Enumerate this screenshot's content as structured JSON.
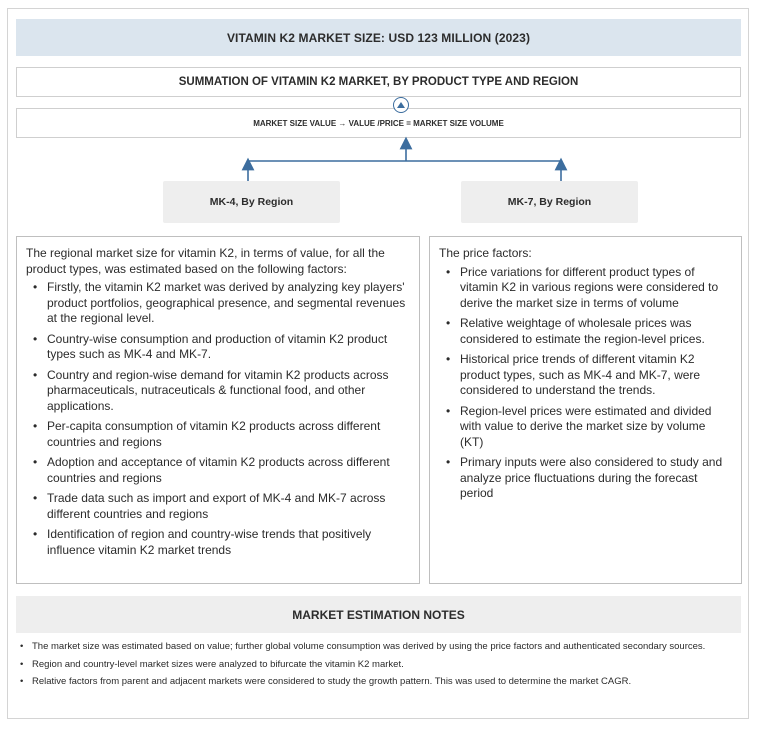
{
  "header": {
    "title": "VITAMIN K2 MARKET SIZE: USD 123 MILLION (2023)"
  },
  "summation": {
    "title": "SUMMATION OF VITAMIN K2 MARKET, BY PRODUCT TYPE AND REGION"
  },
  "formula": {
    "text": "MARKET SIZE VALUE → VALUE /PRICE  =  MARKET SIZE VOLUME"
  },
  "icons": {
    "up": "up-arrow-circle-icon",
    "accent_color": "#3c6d9e"
  },
  "regions": {
    "mk4": "MK-4, By Region",
    "mk7": "MK-7, By Region"
  },
  "left_panel": {
    "intro": "The regional market size for vitamin K2, in terms of value, for all the product types, was estimated based on the following factors:",
    "items": [
      "Firstly, the vitamin K2 market was derived by analyzing key players' product portfolios, geographical presence, and segmental revenues at the regional level.",
      "Country-wise consumption and production of vitamin K2 product types such as MK-4 and MK-7.",
      "Country and region-wise demand for vitamin K2 products across pharmaceuticals, nutraceuticals & functional food, and other applications.",
      "Per-capita consumption of vitamin K2 products across different countries and regions",
      "Adoption and acceptance of vitamin K2 products across different countries and regions",
      "Trade data such as import and export of MK-4 and MK-7 across different countries and regions",
      "Identification of region and country-wise trends that positively influence vitamin K2 market trends"
    ]
  },
  "right_panel": {
    "intro": "The price factors:",
    "items": [
      "Price variations for different product types of vitamin K2 in various regions were considered to derive the market size in terms of volume",
      "Relative weightage of wholesale prices was considered to estimate the region-level prices.",
      "Historical price trends of different vitamin K2 product types, such as MK-4 and MK-7, were considered to understand the trends.",
      "Region-level prices were estimated and divided with value to derive the market size by volume (KT)",
      "Primary inputs were also considered to study and analyze price fluctuations during the forecast period"
    ]
  },
  "notes": {
    "title": "MARKET ESTIMATION NOTES",
    "items": [
      "The market size was estimated based on value; further global volume consumption was derived by using the price factors and authenticated secondary sources.",
      "Region and country-level market sizes were analyzed to bifurcate the vitamin K2 market.",
      "Relative factors from parent and adjacent markets were considered to study the growth pattern. This was used to determine the market CAGR."
    ]
  }
}
